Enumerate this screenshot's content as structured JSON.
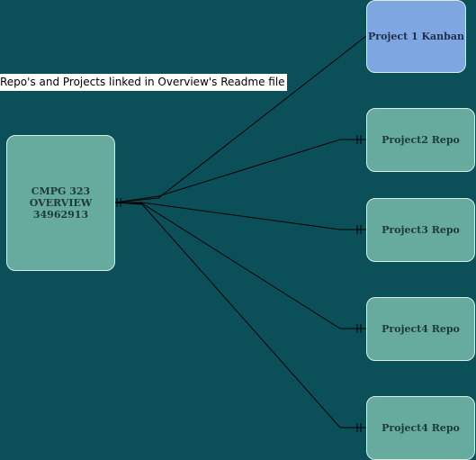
{
  "caption": "Repo's and Projects linked in Overview's Readme file",
  "center_node": {
    "line1": "CMPG 323",
    "line2": "OVERVIEW",
    "line3": "34962913"
  },
  "targets": [
    {
      "label": "Project 1 Kanban",
      "color": "#7ea6e0"
    },
    {
      "label": "Project2 Repo",
      "color": "#67ab9f"
    },
    {
      "label": "Project3 Repo",
      "color": "#67ab9f"
    },
    {
      "label": "Project4 Repo",
      "color": "#67ab9f"
    },
    {
      "label": "Project4 Repo",
      "color": "#67ab9f"
    }
  ],
  "colors": {
    "background": "#0b5058",
    "edge": "#000000"
  }
}
